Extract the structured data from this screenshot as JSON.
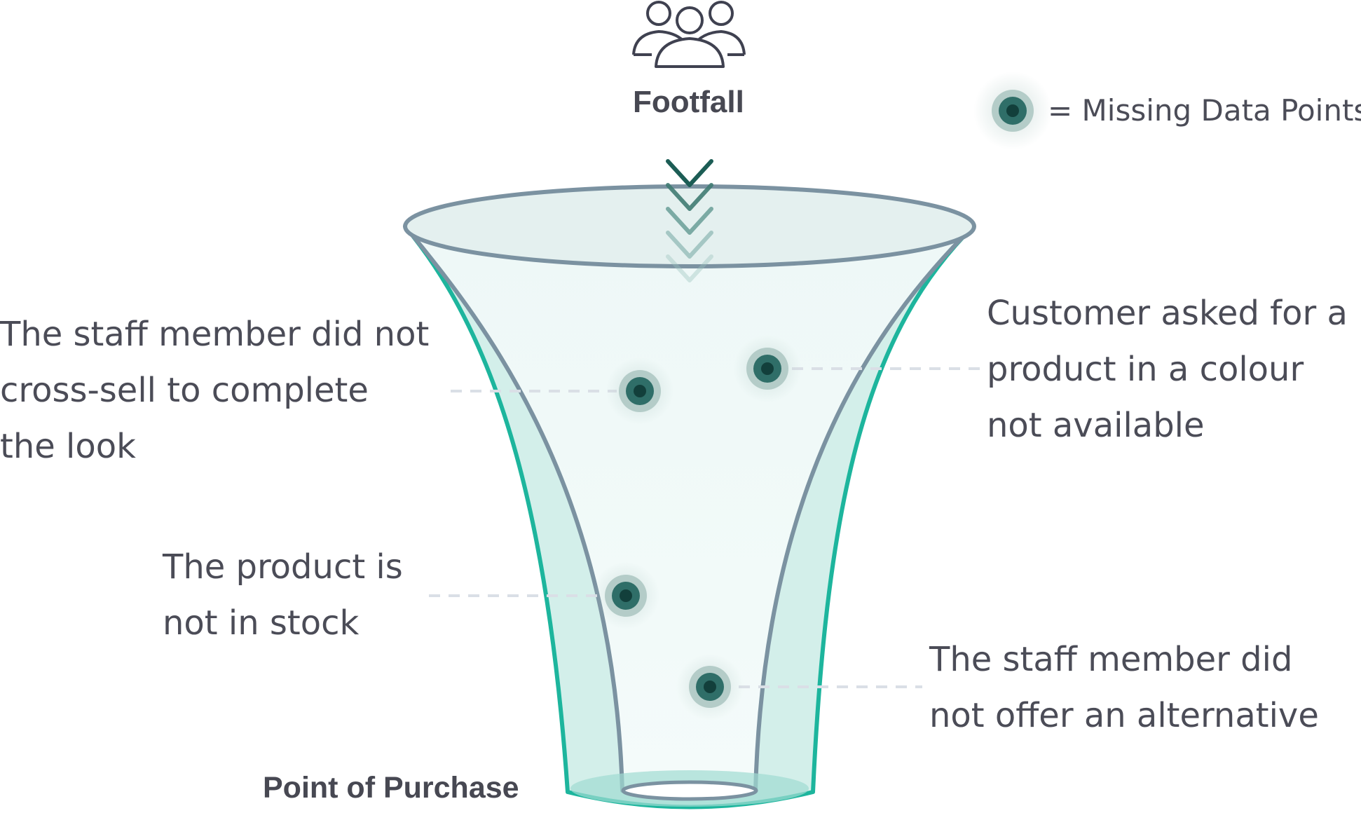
{
  "heading_top": "Footfall",
  "heading_bottom": "Point of Purchase",
  "legend": {
    "label": "= Missing Data Points",
    "marker_icon": "missing-data-point-marker"
  },
  "icons": {
    "top": "people-group-icon",
    "flow": "chevron-down-stack-icon"
  },
  "callouts": {
    "cross_sell": [
      "The staff member did not",
      "cross-sell to complete",
      "the look"
    ],
    "colour": [
      "Customer asked for a",
      "product in a colour",
      "not available"
    ],
    "stock": [
      "The product is",
      "not in stock"
    ],
    "alternative": [
      "The staff member did",
      "not offer an alternative"
    ]
  },
  "colors": {
    "funnel_outline": "#1db59d",
    "funnel_inner_outline": "#7b92a1",
    "funnel_fill": "#e9f6f4",
    "funnel_sides": "#cdece7",
    "marker_core": "#174f4a",
    "marker_ring": "#2f6e68",
    "marker_halo": "#b4ccc8",
    "text": "#4b4c57",
    "leader_line": "#dadfe6"
  }
}
